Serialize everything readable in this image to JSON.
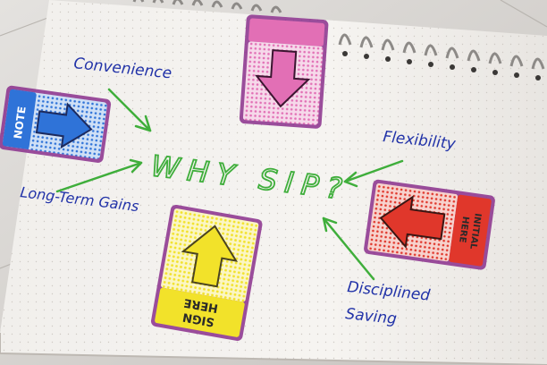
{
  "photo": {
    "central_text": "WHY SIP?",
    "branch_labels": {
      "convenience": "Convenience",
      "flexibility": "Flexibility",
      "long_term_gains": "Long-Term Gains",
      "disciplined_saving_line1": "Disciplined",
      "disciplined_saving_line2": "Saving"
    },
    "sticky_flags": {
      "note": "NOTE",
      "sign_here_line1": "SIGN",
      "sign_here_line2": "HERE",
      "initial_here_line1": "INITIAL",
      "initial_here_line2": "HERE"
    },
    "colors": {
      "pen_green": "#3fae3b",
      "pen_blue": "#2233a8",
      "flag_blue": "#2f73d8",
      "flag_pink": "#e26fb5",
      "flag_yellow": "#f2e22a",
      "flag_red": "#e0372b",
      "flag_purple": "#8a2f8c"
    },
    "icons": [
      "spiral-binding-icon",
      "arrow-right-icon",
      "arrow-down-icon",
      "arrow-up-icon",
      "arrow-left-icon"
    ]
  }
}
